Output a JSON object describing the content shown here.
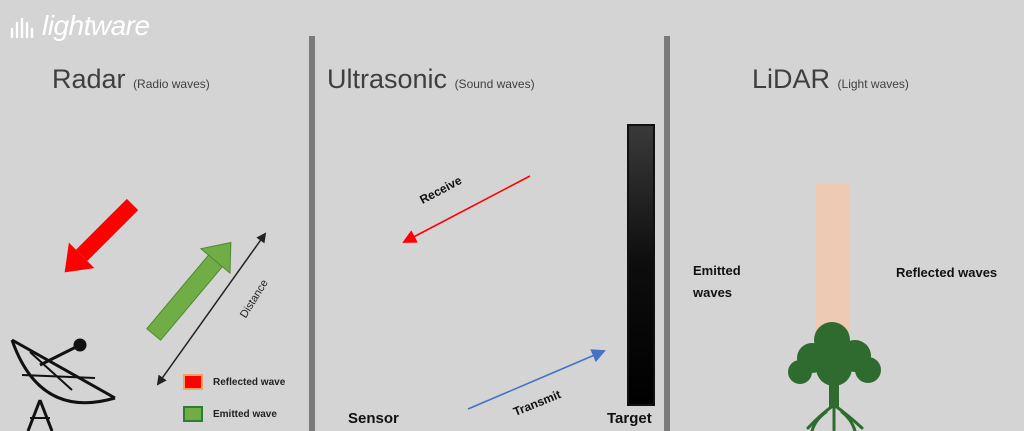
{
  "brand": {
    "name": "lightware"
  },
  "panels": {
    "radar": {
      "title": "Radar",
      "subtitle": "(Radio waves)",
      "distance_label": "Distance",
      "legend": [
        {
          "label": "Reflected wave",
          "color": "#ff0000",
          "border": "#f4a261"
        },
        {
          "label": "Emitted wave",
          "color": "#70ad47",
          "border": "#2e7d32"
        }
      ]
    },
    "ultrasonic": {
      "title": "Ultrasonic",
      "subtitle": "(Sound waves)",
      "receive_label": "Receive",
      "transmit_label": "Transmit",
      "sensor_label": "Sensor",
      "target_label": "Target"
    },
    "lidar": {
      "title": "LiDAR",
      "subtitle": "(Light waves)",
      "emitted_label_line1": "Emitted",
      "emitted_label_line2": "waves",
      "reflected_label": "Reflected waves"
    }
  },
  "colors": {
    "background": "#d4d4d4",
    "divider": "#7a7a7a",
    "reflected_arrow": "#ff0000",
    "emitted_arrow": "#70ad47",
    "receive_arrow": "#ff0000",
    "transmit_arrow": "#4472c4",
    "lidar_beam": "#f1c9b0",
    "tree": "#2f6b2f"
  }
}
